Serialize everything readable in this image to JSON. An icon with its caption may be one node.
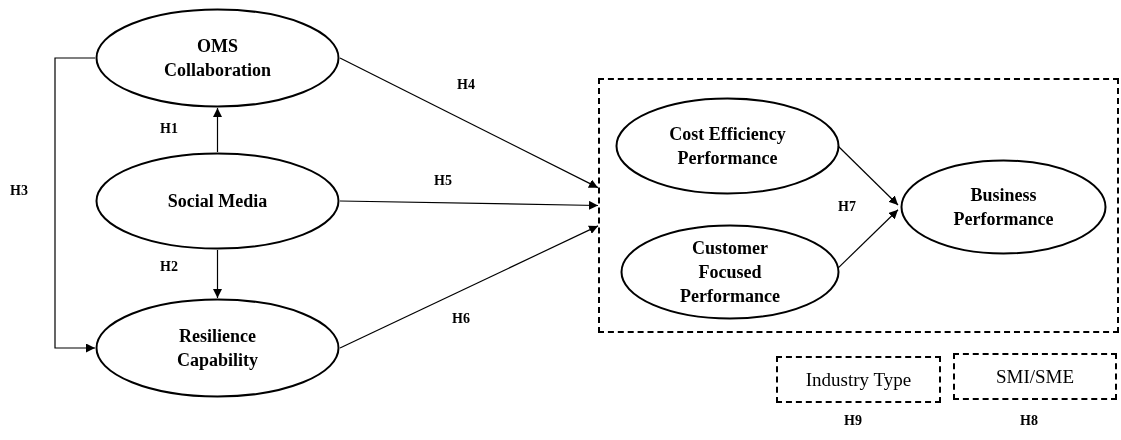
{
  "diagram": {
    "nodes": [
      {
        "text": [
          "OMS Collaboration"
        ]
      },
      {
        "text": [
          "Social Media"
        ]
      },
      {
        "text": [
          "Resilience Capability"
        ]
      },
      {
        "text": [],
        "shape": "box"
      },
      {
        "text": [
          "Cost Efficiency Performance"
        ],
        "in": 3
      },
      {
        "text": [
          "Customer Focused Performance"
        ],
        "in": 3
      },
      {
        "text": [
          "Business Performance"
        ],
        "in": 3
      },
      {
        "text": [
          "Industry Type"
        ],
        "beside": [
          "H9"
        ]
      },
      {
        "text": [
          "SMI/SME"
        ],
        "beside": [
          "H8"
        ]
      }
    ],
    "edges": [
      {
        "from": 1,
        "to": 0,
        "arrow": "to",
        "label": "H1"
      },
      {
        "from": 1,
        "to": 2,
        "arrow": "to",
        "label": "H2"
      },
      {
        "from": 0,
        "to": 2,
        "arrow": "to",
        "label": "H3"
      },
      {
        "from": 0,
        "to": 3,
        "arrow": "to",
        "label": "H4"
      },
      {
        "from": 1,
        "to": 3,
        "arrow": "to",
        "label": "H5"
      },
      {
        "from": 2,
        "to": 3,
        "arrow": "to",
        "label": "H6"
      },
      {
        "from": 4,
        "to": 6,
        "arrow": "to",
        "label": "H7"
      },
      {
        "from": 5,
        "to": 6,
        "arrow": "to"
      }
    ]
  }
}
